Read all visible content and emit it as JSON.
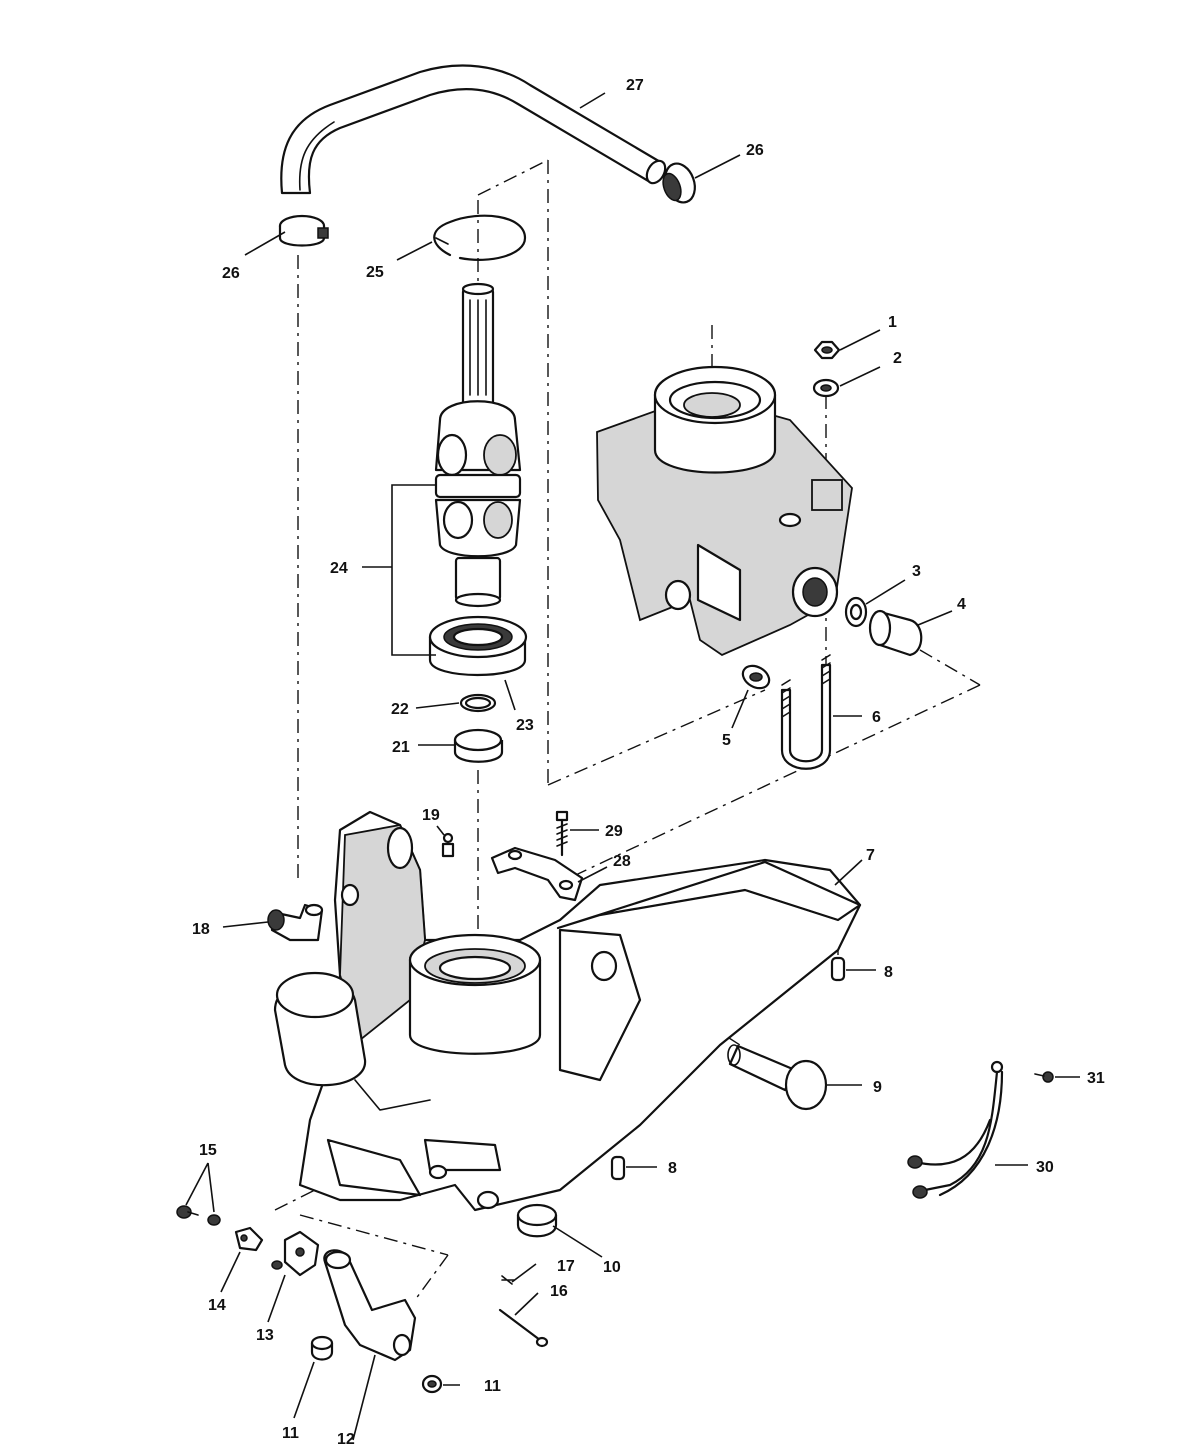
{
  "diagram": {
    "callouts": [
      {
        "id": "c1",
        "label": "1"
      },
      {
        "id": "c2",
        "label": "2"
      },
      {
        "id": "c3",
        "label": "3"
      },
      {
        "id": "c4",
        "label": "4"
      },
      {
        "id": "c5",
        "label": "5"
      },
      {
        "id": "c6",
        "label": "6"
      },
      {
        "id": "c7",
        "label": "7"
      },
      {
        "id": "c8a",
        "label": "8"
      },
      {
        "id": "c8b",
        "label": "8"
      },
      {
        "id": "c9",
        "label": "9"
      },
      {
        "id": "c10",
        "label": "10"
      },
      {
        "id": "c11a",
        "label": "11"
      },
      {
        "id": "c11b",
        "label": "11"
      },
      {
        "id": "c12",
        "label": "12"
      },
      {
        "id": "c13",
        "label": "13"
      },
      {
        "id": "c14",
        "label": "14"
      },
      {
        "id": "c15",
        "label": "15"
      },
      {
        "id": "c16",
        "label": "16"
      },
      {
        "id": "c17",
        "label": "17"
      },
      {
        "id": "c18",
        "label": "18"
      },
      {
        "id": "c19",
        "label": "19"
      },
      {
        "id": "c21",
        "label": "21"
      },
      {
        "id": "c22",
        "label": "22"
      },
      {
        "id": "c23",
        "label": "23"
      },
      {
        "id": "c24",
        "label": "24"
      },
      {
        "id": "c25",
        "label": "25"
      },
      {
        "id": "c26a",
        "label": "26"
      },
      {
        "id": "c26b",
        "label": "26"
      },
      {
        "id": "c27",
        "label": "27"
      },
      {
        "id": "c28",
        "label": "28"
      },
      {
        "id": "c29",
        "label": "29"
      },
      {
        "id": "c30",
        "label": "30"
      },
      {
        "id": "c31",
        "label": "31"
      }
    ]
  }
}
